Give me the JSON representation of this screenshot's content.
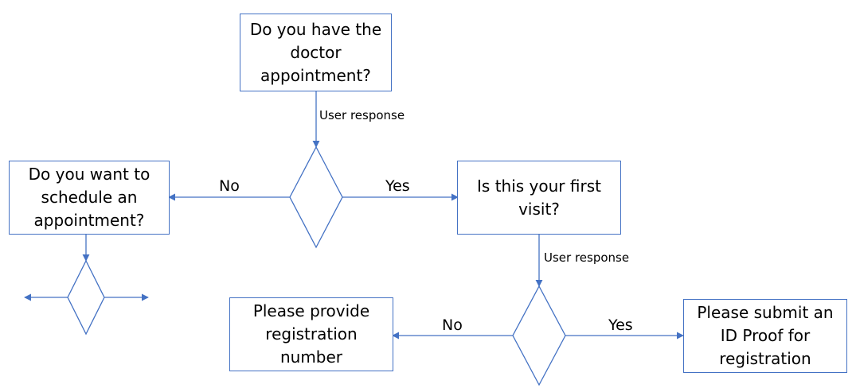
{
  "nodes": {
    "q_appointment": "Do you have the doctor appointment?",
    "q_schedule": "Do you want to schedule an appointment?",
    "q_first_visit": "Is this your first visit?",
    "provide_registration": "Please provide registration number",
    "submit_id_proof": "Please submit an ID Proof for registration"
  },
  "labels": {
    "user_response_1": "User response",
    "user_response_2": "User response",
    "no_1": "No",
    "yes_1": "Yes",
    "no_2": "No",
    "yes_2": "Yes"
  },
  "colors": {
    "stroke": "#4472c4",
    "text": "#000000",
    "background": "#ffffff"
  }
}
